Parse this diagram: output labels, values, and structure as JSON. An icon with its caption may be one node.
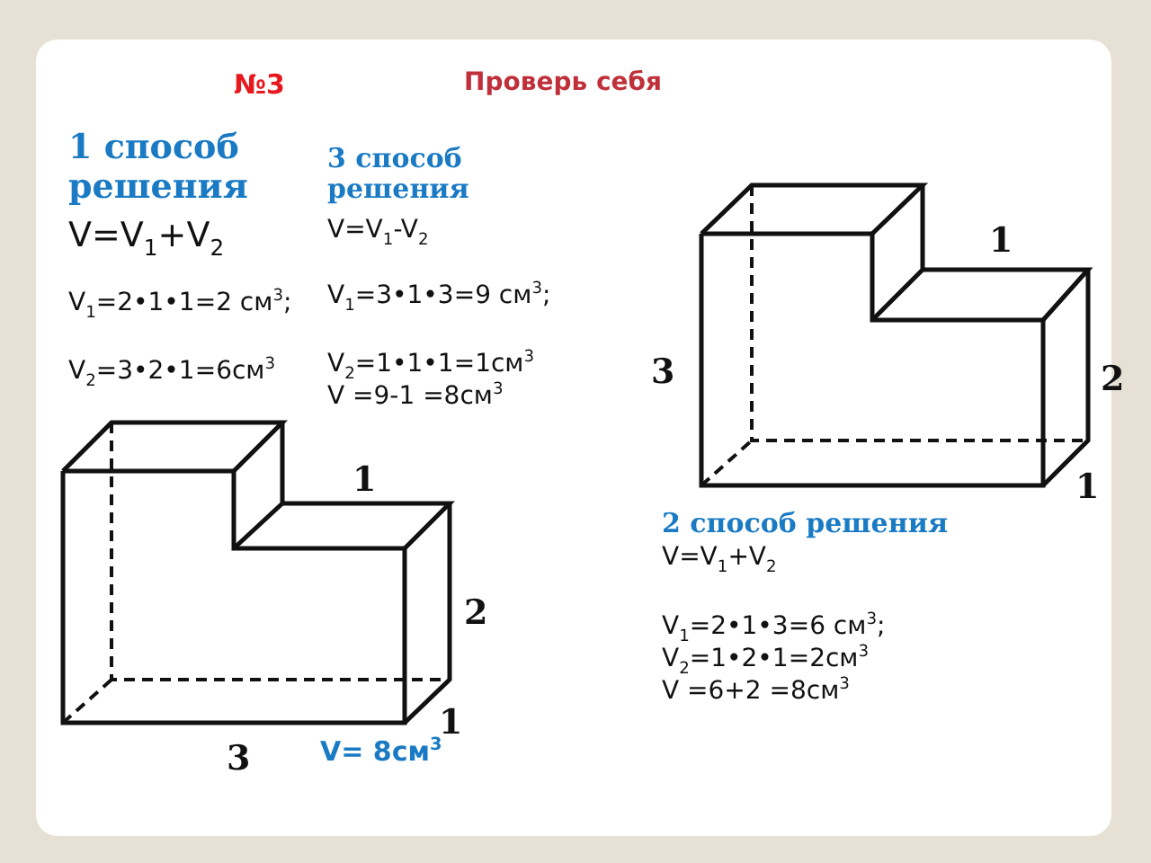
{
  "diagram": {
    "labels": [
      "№3",
      "Проверь себя",
      "1 способ решения",
      "V=V$_{1}$+V$_{2}$",
      "V$_{1}$=2•1•1=2 см$^{3}$;",
      "V$_{2}$=3•2•1=6см$^{3}$",
      "3 способ решения",
      "V=V$_{1}$-V$_{2}$",
      "V$_{1}$=3•1•3=9 см$^{3}$;",
      "V$_{2}$=1•1•1=1см$^{3}$",
      "V =9-1 =8см$^{3}$",
      "1",
      "3",
      "2",
      "1",
      "2 способ решения",
      "V=V$_{1}$+V$_{2}$",
      "V$_{1}$=2•1•3=6 см$^{3}$;",
      "V$_{2}$=1•2•1=2см$^{3}$",
      "V =6+2 =8см$^{3}$",
      "1",
      "2",
      "1",
      "3",
      "V= 8см$^{3}$"
    ]
  }
}
